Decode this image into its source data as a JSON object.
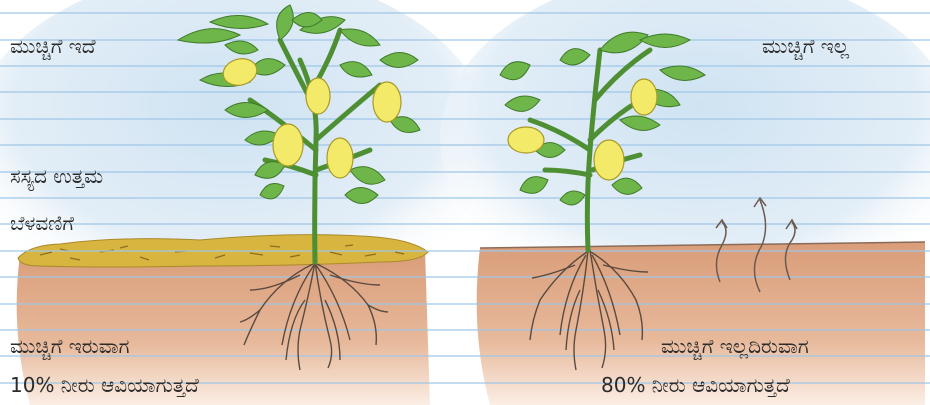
{
  "left_panel": {
    "title": "ಮುಚ್ಚಿಗೆ ಇದೆ",
    "caption_line1": "ಸಸ್ಯದ ಉತ್ತಮ",
    "caption_line2": "ಬೆಳವಣಿಗೆ",
    "evap_line1": "ಮುಚ್ಚಿಗೆ ಇರುವಾಗ",
    "evap_line2": "10% ನೀರು ಆವಿಯಾಗುತ್ತದೆ"
  },
  "right_panel": {
    "title": "ಮುಚ್ಚಿಗೆ ಇಲ್ಲ",
    "evap_line1": "ಮುಚ್ಚಿಗೆ ಇಲ್ಲದಿರುವಾಗ",
    "evap_line2": "80% ನೀರು ಆವಿಯಾಗುತ್ತದೆ"
  },
  "colors": {
    "sky": "#d3e6f2",
    "soil": "#d9a07e",
    "mulch": "#d8b53f",
    "leaf": "#6fb64a",
    "lemon": "#f3ea6a",
    "ruled_line": "#9fc6e6"
  }
}
